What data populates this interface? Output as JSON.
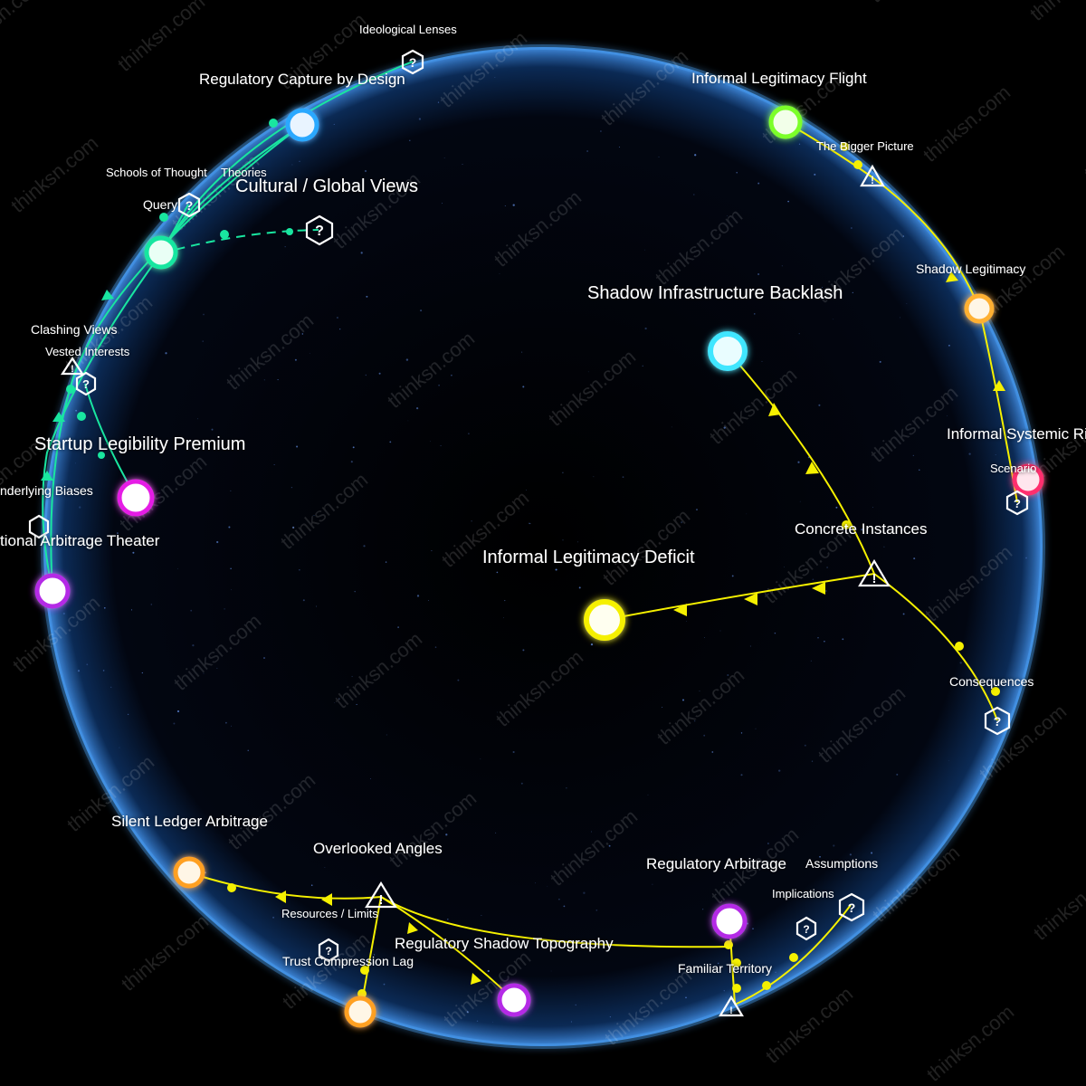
{
  "watermark": "thinksn.com",
  "colors": {
    "teal": "#19e6a0",
    "yellow": "#f5f000",
    "blue_node": "#2aa8ff",
    "cyan_node": "#3fe6ff",
    "green_node": "#7cff2a",
    "magenta_node": "#e51ee5",
    "purple_node": "#b42ae6",
    "orange_node": "#ffa020",
    "amber_node": "#ffb030",
    "pink_node": "#ff2d6e",
    "sphere_glow": "#4ea8ff"
  },
  "nodes": {
    "regulatory_capture": "Regulatory Capture by Design",
    "cultural_global": "Cultural / Global Views",
    "startup_legibility": "Startup Legibility Premium",
    "arbitrage_theater": "tional Arbitrage Theater",
    "informal_legitimacy_flight": "Informal Legitimacy Flight",
    "shadow_legitimacy": "Shadow Legitimacy",
    "informal_systemic": "Informal Systemic Ri",
    "shadow_infrastructure": "Shadow Infrastructure Backlash",
    "informal_deficit": "Informal Legitimacy Deficit",
    "concrete_instances": "Concrete Instances",
    "silent_ledger": "Silent Ledger Arbitrage",
    "overlooked_angles": "Overlooked Angles",
    "regulatory_arbitrage": "Regulatory Arbitrage",
    "regulatory_shadow_topography": "Regulatory Shadow Topography",
    "trust_compression": "Trust Compression Lag"
  },
  "markers": {
    "ideological_lenses": "Ideological Lenses",
    "schools_of_thought": "Schools of Thought",
    "theories": "Theories",
    "query": "Query",
    "clashing_views": "Clashing Views",
    "vested_interests": "Vested Interests",
    "underlying_biases": "nderlying Biases",
    "bigger_picture": "The Bigger Picture",
    "scenario": "Scenario",
    "consequences": "Consequences",
    "assumptions": "Assumptions",
    "implications": "Implications",
    "resources_limits": "Resources / Limits",
    "familiar_territory": "Familiar Territory"
  }
}
